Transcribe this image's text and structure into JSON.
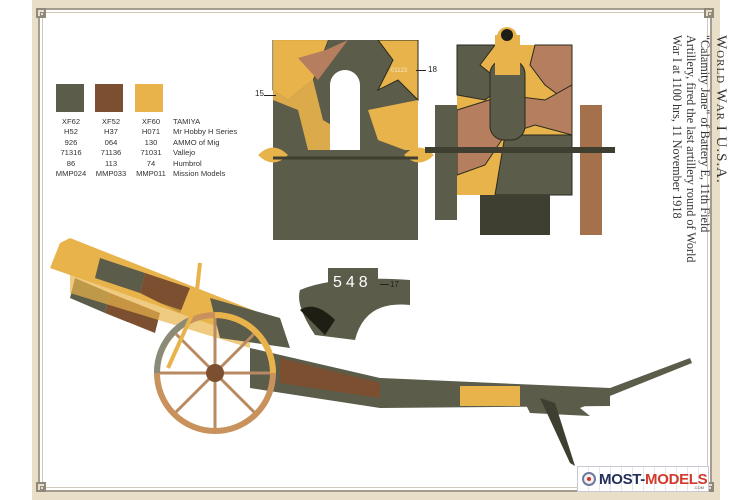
{
  "page": {
    "title": "World War I U.S.A.",
    "caption": "\"Calamity Jane\" of Battery E, 11th Field Artillery, fired the last artillery round of World War I at 1100 hrs, 11 November 1918",
    "caption_lines": [
      "\"Calamity Jane\" of Battery E, 11th Field",
      "Artillery, fired the last artillery round of World",
      "War I at 1100 hrs, 11 November 1918"
    ]
  },
  "colors": {
    "olive": "#5b5c49",
    "brown": "#7b4f2f",
    "yellow": "#e8b34b",
    "frame": "#e9dfc9"
  },
  "paint_table": {
    "swatches": [
      {
        "name": "olive-drab",
        "color": "#5b5c49"
      },
      {
        "name": "brown",
        "color": "#7b4f2f"
      },
      {
        "name": "dark-yellow",
        "color": "#e8b34b"
      }
    ],
    "columns": [
      [
        "XF62",
        "H52",
        "926",
        "71316",
        "86",
        "MMP024"
      ],
      [
        "XF52",
        "H37",
        "064",
        "71136",
        "113",
        "MMP033"
      ],
      [
        "XF60",
        "H071",
        "130",
        "71031",
        "74",
        "MMP011"
      ]
    ],
    "brands": [
      "TAMIYA",
      "Mr Hobby H Series",
      "AMMO of Mig",
      "Vallejo",
      "Humbrol",
      "Mission Models"
    ]
  },
  "callouts": {
    "c15": "15",
    "c18": "18",
    "c17": "17"
  },
  "markings": {
    "gun_number": "548",
    "shield_marking": "01123"
  },
  "watermark": {
    "part1": "MOST-",
    "part2": "MODELS",
    "sub": ".COM"
  }
}
